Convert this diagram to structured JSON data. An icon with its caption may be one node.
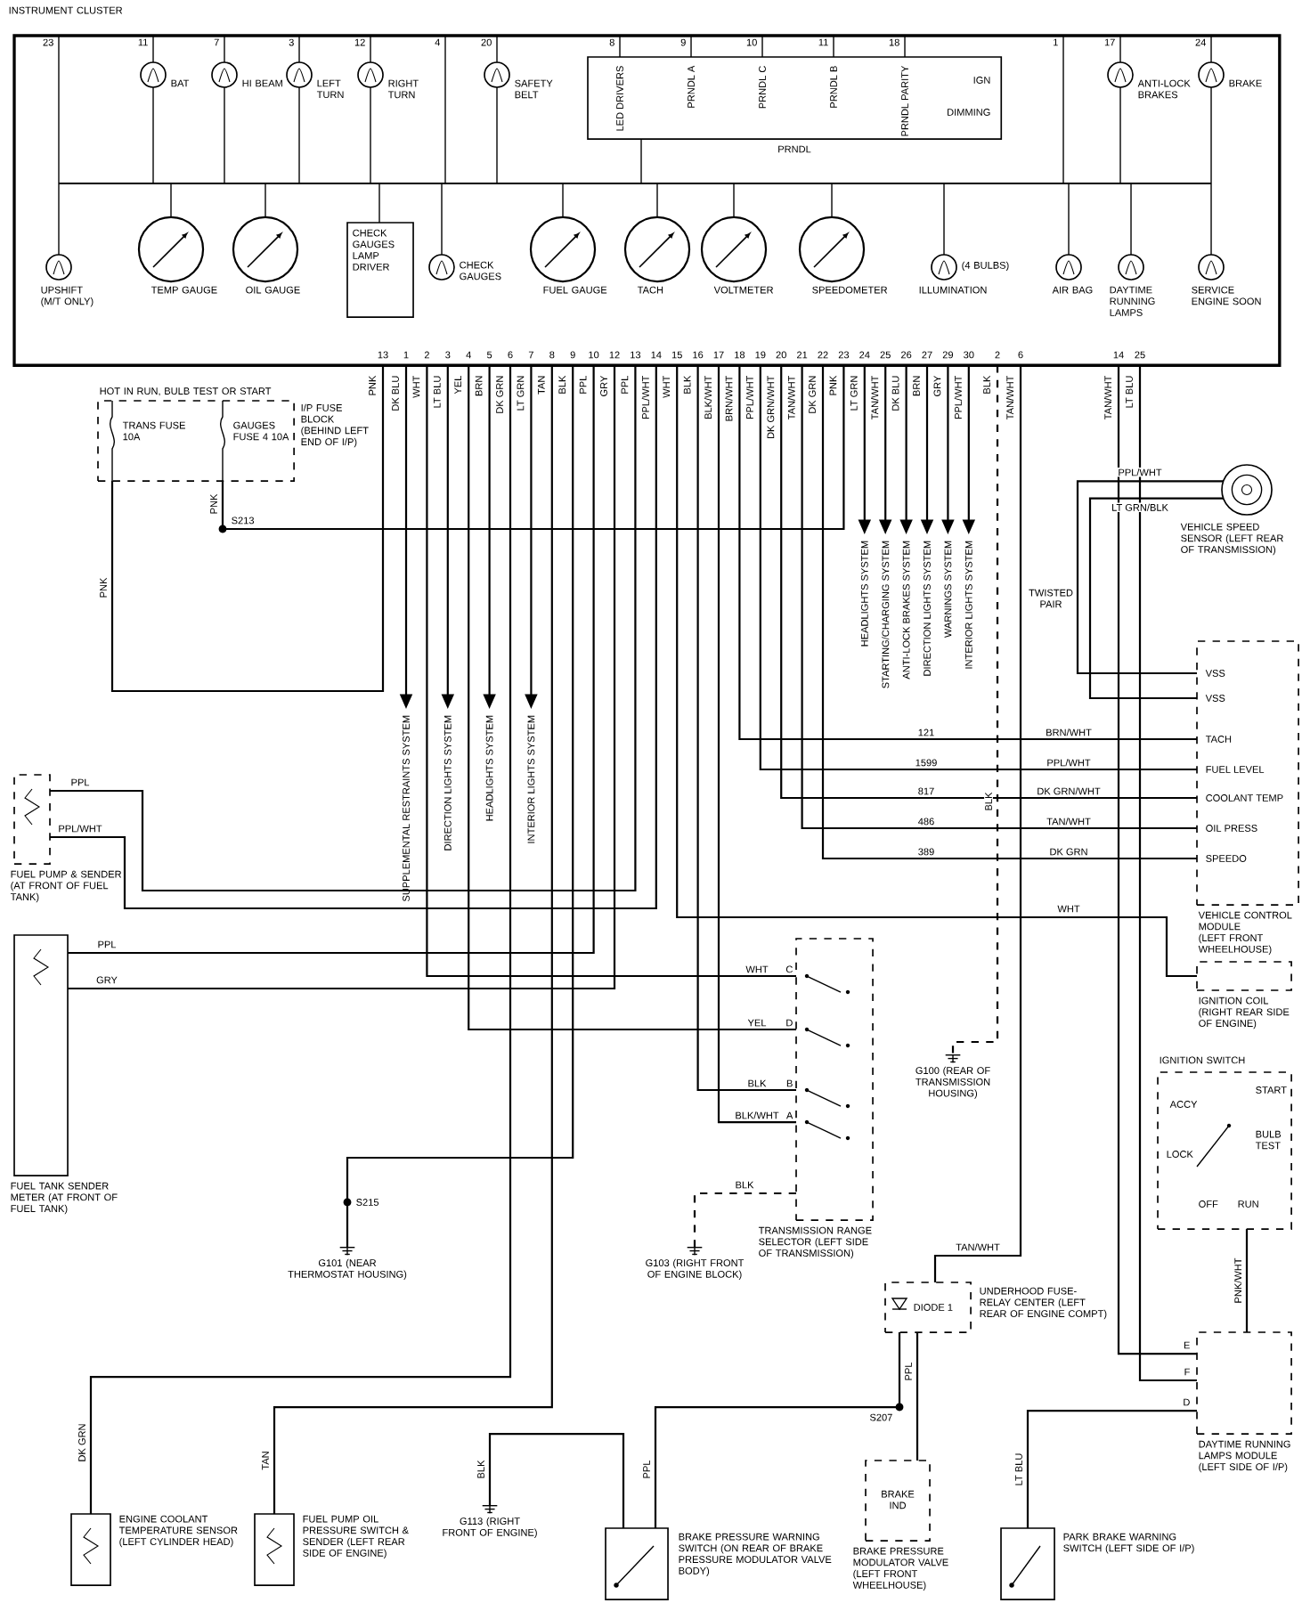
{
  "diagram": {
    "nodes": [
      {
        "text": [
          "INSTRUMENT CLUSTER"
        ]
      },
      {
        "text": [
          "BAT"
        ],
        "in": 0
      },
      {
        "text": [
          "HI BEAM"
        ],
        "in": 0
      },
      {
        "text": [
          "LEFT TURN"
        ],
        "in": 0
      },
      {
        "text": [
          "RIGHT TURN"
        ],
        "in": 0
      },
      {
        "text": [
          "SAFETY BELT"
        ],
        "in": 0
      },
      {
        "text": [
          "LED DRIVERS",
          "PRNDL A",
          "PRNDL C",
          "PRNDL B",
          "PRNDL PARITY",
          "IGN",
          "DIMMING",
          "PRNDL"
        ],
        "in": 0
      },
      {
        "text": [
          "ANTI-LOCK BRAKES"
        ],
        "in": 0
      },
      {
        "text": [
          "BRAKE"
        ],
        "in": 0
      },
      {
        "text": [
          "UPSHIFT (M/T ONLY)"
        ],
        "in": 0
      },
      {
        "text": [
          "TEMP GAUGE"
        ],
        "in": 0
      },
      {
        "text": [
          "OIL GAUGE"
        ],
        "in": 0
      },
      {
        "text": [
          "CHECK GAUGES LAMP DRIVER"
        ],
        "in": 0
      },
      {
        "text": [
          "CHECK GAUGES"
        ],
        "in": 0
      },
      {
        "text": [
          "FUEL GAUGE"
        ],
        "in": 0
      },
      {
        "text": [
          "TACH"
        ],
        "in": 0
      },
      {
        "text": [
          "VOLTMETER"
        ],
        "in": 0
      },
      {
        "text": [
          "SPEEDOMETER"
        ],
        "in": 0
      },
      {
        "text": [
          "(4 BULBS)",
          "ILLUMINATION"
        ],
        "in": 0
      },
      {
        "text": [
          "AIR BAG"
        ],
        "in": 0
      },
      {
        "text": [
          "DAYTIME RUNNING LAMPS"
        ],
        "in": 0
      },
      {
        "text": [
          "SERVICE ENGINE SOON"
        ],
        "in": 0
      },
      {
        "text": [
          "HOT IN RUN, BULB TEST OR START",
          "TRANS FUSE 10A",
          "GAUGES FUSE 4 10A"
        ],
        "beside": [
          "I/P FUSE BLOCK (BEHIND LEFT END OF I/P)"
        ]
      },
      {
        "text": [],
        "shape": "box",
        "beside": [
          "FUEL PUMP & SENDER (AT FRONT OF FUEL TANK)"
        ]
      },
      {
        "text": [],
        "shape": "box",
        "beside": [
          "FUEL TANK SENDER METER (AT FRONT OF FUEL TANK)"
        ]
      },
      {
        "text": [],
        "shape": "circle",
        "beside": [
          "VEHICLE SPEED SENSOR (LEFT REAR OF TRANSMISSION)"
        ]
      },
      {
        "text": [
          "VSS",
          "VSS",
          "TACH",
          "FUEL LEVEL",
          "COOLANT TEMP",
          "OIL PRESS",
          "SPEEDO"
        ],
        "beside": [
          "VEHICLE CONTROL MODULE (LEFT FRONT WHEELHOUSE)"
        ]
      },
      {
        "text": [],
        "shape": "box",
        "beside": [
          "IGNITION COIL (RIGHT REAR SIDE OF ENGINE)"
        ]
      },
      {
        "text": [
          "START",
          "ACCY",
          "BULB TEST",
          "LOCK",
          "OFF",
          "RUN"
        ],
        "beside": [
          "IGNITION SWITCH"
        ]
      },
      {
        "text": [],
        "shape": "box",
        "beside": [
          "TRANSMISSION RANGE SELECTOR (LEFT SIDE OF TRANSMISSION)"
        ]
      },
      {
        "text": [
          "G101 (NEAR THERMOSTAT HOUSING)"
        ]
      },
      {
        "text": [
          "G103 (RIGHT FRONT OF ENGINE BLOCK)"
        ]
      },
      {
        "text": [
          "G113 (RIGHT FRONT OF ENGINE)"
        ]
      },
      {
        "text": [
          "G100 (REAR OF TRANSMISSION HOUSING)"
        ]
      },
      {
        "text": [
          "DIODE 1"
        ],
        "beside": [
          "UNDERHOOD FUSE-RELAY CENTER (LEFT REAR OF ENGINE COMPT)"
        ]
      },
      {
        "text": [],
        "shape": "box",
        "beside": [
          "BRAKE PRESSURE WARNING SWITCH (ON REAR OF BRAKE PRESSURE MODULATOR VALVE BODY)"
        ]
      },
      {
        "text": [
          "BRAKE IND"
        ],
        "beside": [
          "BRAKE PRESSURE MODULATOR VALVE (LEFT FRONT WHEELHOUSE)"
        ]
      },
      {
        "text": [],
        "shape": "box",
        "beside": [
          "PARK BRAKE WARNING SWITCH (LEFT SIDE OF I/P)"
        ]
      },
      {
        "text": [],
        "shape": "box",
        "beside": [
          "DAYTIME RUNNING LAMPS MODULE (LEFT SIDE OF I/P)"
        ]
      },
      {
        "text": [],
        "shape": "box",
        "beside": [
          "ENGINE COOLANT TEMPERATURE SENSOR (LEFT CYLINDER HEAD)"
        ]
      },
      {
        "text": [],
        "shape": "box",
        "beside": [
          "FUEL PUMP OIL PRESSURE SWITCH & SENDER (LEFT REAR SIDE OF ENGINE)"
        ]
      },
      {
        "text": [
          "HEADLIGHTS SYSTEM"
        ]
      },
      {
        "text": [
          "STARTING/CHARGING SYSTEM"
        ]
      },
      {
        "text": [
          "ANTI-LOCK BRAKES SYSTEM"
        ]
      },
      {
        "text": [
          "DIRECTION LIGHTS SYSTEM"
        ]
      },
      {
        "text": [
          "WARNINGS SYSTEM"
        ]
      },
      {
        "text": [
          "INTERIOR LIGHTS SYSTEM"
        ]
      },
      {
        "text": [
          "SUPPLEMENTAL RESTRAINTS SYSTEM"
        ]
      },
      {
        "text": [
          "DIRECTION LIGHTS SYSTEM"
        ]
      },
      {
        "text": [
          "HEADLIGHTS SYSTEM"
        ]
      },
      {
        "text": [
          "INTERIOR LIGHTS SYSTEM"
        ]
      }
    ],
    "edges": [
      {
        "from": 0,
        "to": 41,
        "arrow": "to"
      },
      {
        "from": 0,
        "to": 42,
        "arrow": "to"
      },
      {
        "from": 0,
        "to": 43,
        "arrow": "to"
      },
      {
        "from": 0,
        "to": 44,
        "arrow": "to"
      },
      {
        "from": 0,
        "to": 45,
        "arrow": "to"
      },
      {
        "from": 0,
        "to": 46,
        "arrow": "to"
      },
      {
        "from": 0,
        "to": 47,
        "arrow": "to"
      },
      {
        "from": 0,
        "to": 48,
        "arrow": "to"
      },
      {
        "from": 0,
        "to": 49,
        "arrow": "to"
      },
      {
        "from": 0,
        "to": 50,
        "arrow": "to"
      },
      {
        "from": 22,
        "to": 0,
        "arrow": "none"
      },
      {
        "from": 22,
        "to": 0,
        "arrow": "none"
      },
      {
        "from": 23,
        "to": 0,
        "arrow": "none"
      },
      {
        "from": 23,
        "to": 0,
        "arrow": "none"
      },
      {
        "from": 24,
        "to": 0,
        "arrow": "none"
      },
      {
        "from": 24,
        "to": 0,
        "arrow": "none"
      },
      {
        "from": 25,
        "to": 26,
        "arrow": "none"
      },
      {
        "from": 25,
        "to": 26,
        "arrow": "none"
      },
      {
        "from": 0,
        "to": 26,
        "arrow": "none"
      },
      {
        "from": 0,
        "to": 26,
        "arrow": "none"
      },
      {
        "from": 0,
        "to": 26,
        "arrow": "none"
      },
      {
        "from": 0,
        "to": 26,
        "arrow": "none"
      },
      {
        "from": 0,
        "to": 26,
        "arrow": "none"
      },
      {
        "from": 0,
        "to": 27,
        "arrow": "none"
      },
      {
        "from": 0,
        "to": 29,
        "arrow": "none"
      },
      {
        "from": 0,
        "to": 29,
        "arrow": "none"
      },
      {
        "from": 0,
        "to": 29,
        "arrow": "none"
      },
      {
        "from": 0,
        "to": 29,
        "arrow": "none"
      },
      {
        "from": 0,
        "to": 39,
        "arrow": "none"
      },
      {
        "from": 0,
        "to": 40,
        "arrow": "none"
      },
      {
        "from": 0,
        "to": 30,
        "arrow": "none"
      },
      {
        "from": 29,
        "to": 31,
        "arrow": "none",
        "style": "dashed"
      },
      {
        "from": 0,
        "to": 33,
        "arrow": "none",
        "style": "dashed"
      },
      {
        "from": 0,
        "to": 34,
        "arrow": "none"
      },
      {
        "from": 34,
        "to": 35,
        "arrow": "none"
      },
      {
        "from": 34,
        "to": 36,
        "arrow": "none"
      },
      {
        "from": 32,
        "to": 35,
        "arrow": "none"
      },
      {
        "from": 0,
        "to": 38,
        "arrow": "none"
      },
      {
        "from": 0,
        "to": 38,
        "arrow": "none"
      },
      {
        "from": 28,
        "to": 38,
        "arrow": "none"
      },
      {
        "from": 37,
        "to": 38,
        "arrow": "none"
      }
    ],
    "labels": [
      "23",
      "11",
      "7",
      "3",
      "12",
      "4",
      "20",
      "8",
      "9",
      "10",
      "11",
      "18",
      "1",
      "17",
      "24",
      "13",
      "1",
      "2",
      "3",
      "4",
      "5",
      "6",
      "7",
      "8",
      "9",
      "10",
      "12",
      "13",
      "14",
      "15",
      "16",
      "17",
      "18",
      "19",
      "20",
      "21",
      "22",
      "23",
      "24",
      "25",
      "26",
      "27",
      "29",
      "30",
      "2",
      "6",
      "14",
      "25",
      "PNK",
      "DK BLU",
      "WHT",
      "LT BLU",
      "YEL",
      "BRN",
      "DK GRN",
      "LT GRN",
      "TAN",
      "BLK",
      "PPL",
      "GRY",
      "PPL",
      "PPL/WHT",
      "WHT",
      "BLK",
      "BLK/WHT",
      "BRN/WHT",
      "PPL/WHT",
      "DK GRN/WHT",
      "TAN/WHT",
      "DK GRN",
      "PNK",
      "LT GRN",
      "TAN/WHT",
      "DK BLU",
      "BRN",
      "GRY",
      "PPL/WHT",
      "BLK",
      "TAN/WHT",
      "TAN/WHT",
      "LT BLU",
      "S213",
      "PNK",
      "PNK",
      "TWISTED PAIR",
      "PPL/WHT",
      "LT GRN/BLK",
      "121",
      "1599",
      "817",
      "486",
      "389",
      "BRN/WHT",
      "PPL/WHT",
      "DK GRN/WHT",
      "TAN/WHT",
      "DK GRN",
      "WHT",
      "YEL",
      "BLK",
      "BLK/WHT",
      "C",
      "D",
      "B",
      "A",
      "WHT",
      "S215",
      "E",
      "F",
      "D",
      "LT BLU",
      "PNK/WHT",
      "TAN/WHT",
      "S207",
      "PPL",
      "BLK",
      "PPL",
      "DK GRN",
      "TAN",
      "BLK",
      "BLK",
      "PPL",
      "GRY",
      "PPL",
      "PPL/WHT"
    ]
  }
}
